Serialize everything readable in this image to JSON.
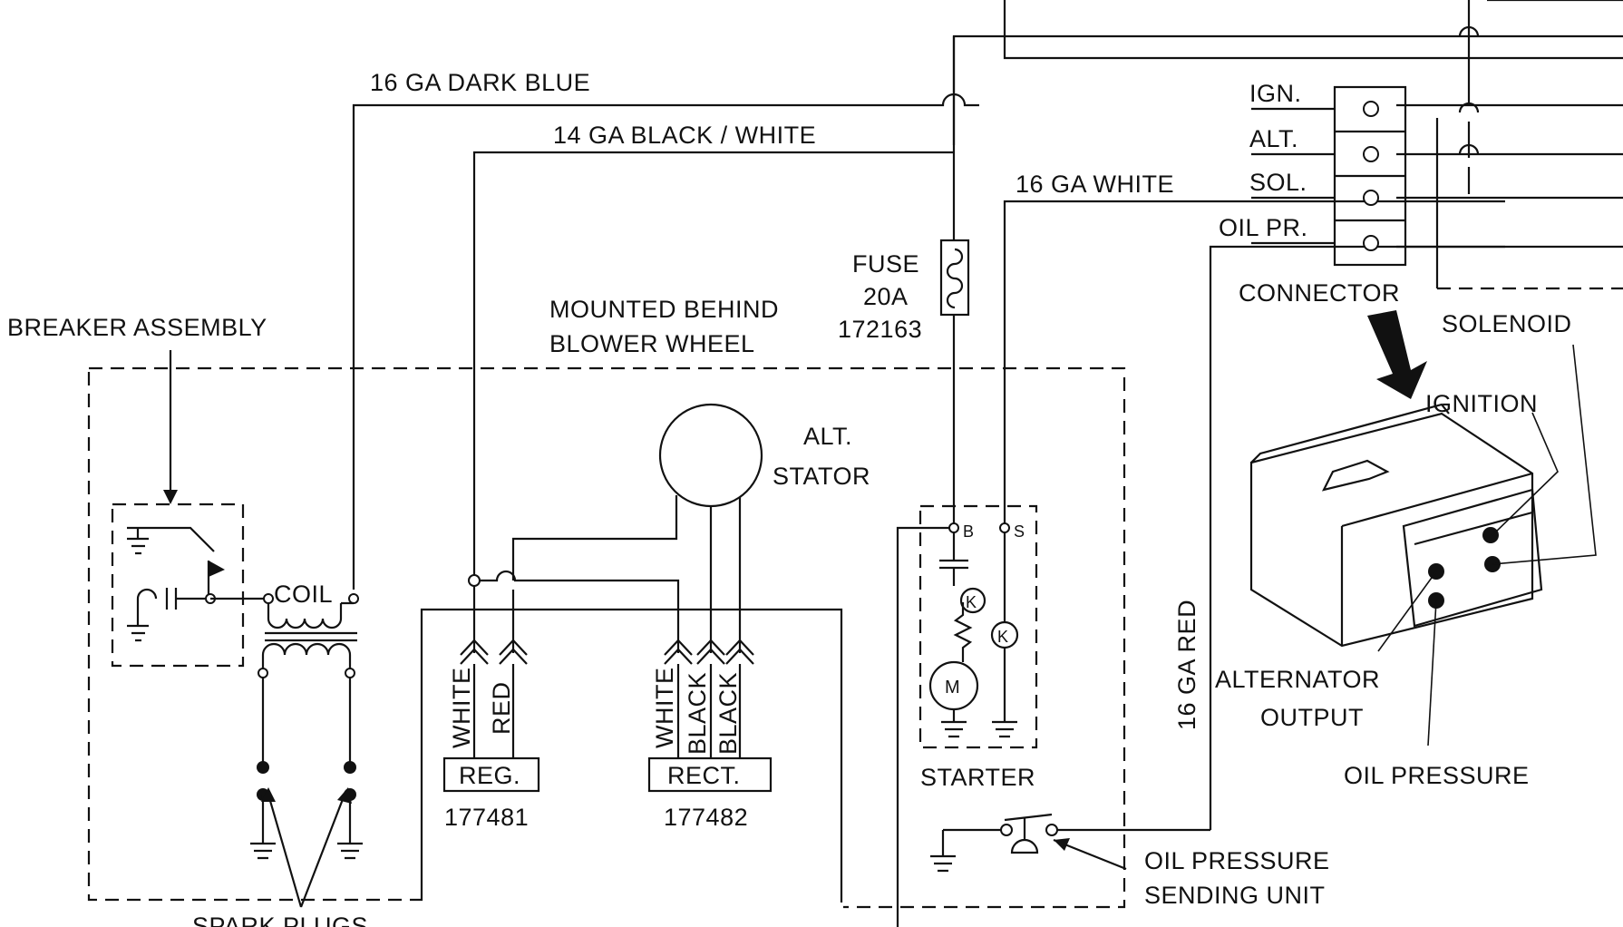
{
  "wires": {
    "dark_blue": "16 GA DARK BLUE",
    "black_white": "14 GA BLACK / WHITE",
    "white": "16 GA WHITE",
    "red": "16 GA RED"
  },
  "connector": {
    "pins": [
      "IGN.",
      "ALT.",
      "SOL.",
      "OIL PR."
    ],
    "label": "CONNECTOR"
  },
  "breaker": {
    "label": "BREAKER ASSEMBLY"
  },
  "coil": {
    "label": "COIL"
  },
  "spark_plugs": {
    "label": "SPARK PLUGS"
  },
  "mounted_note": {
    "line1": "MOUNTED BEHIND",
    "line2": "BLOWER WHEEL"
  },
  "fuse": {
    "line1": "FUSE",
    "line2": "20A",
    "part": "172163"
  },
  "alt_stator": {
    "line1": "ALT.",
    "line2": "STATOR"
  },
  "regulator": {
    "label": "REG.",
    "part": "177481",
    "leads": [
      "WHITE",
      "RED"
    ]
  },
  "rectifier": {
    "label": "RECT.",
    "part": "177482",
    "leads": [
      "WHITE",
      "BLACK",
      "BLACK"
    ]
  },
  "starter": {
    "label": "STARTER",
    "term_b": "B",
    "term_s": "S",
    "relay_symbol": "K",
    "motor_symbol": "M"
  },
  "oil_sender": {
    "line1": "OIL PRESSURE",
    "line2": "SENDING UNIT"
  },
  "plug_callouts": {
    "solenoid": "SOLENOID",
    "ignition": "IGNITION",
    "alt_line1": "ALTERNATOR",
    "alt_line2": "OUTPUT",
    "oil_pressure": "OIL PRESSURE"
  }
}
